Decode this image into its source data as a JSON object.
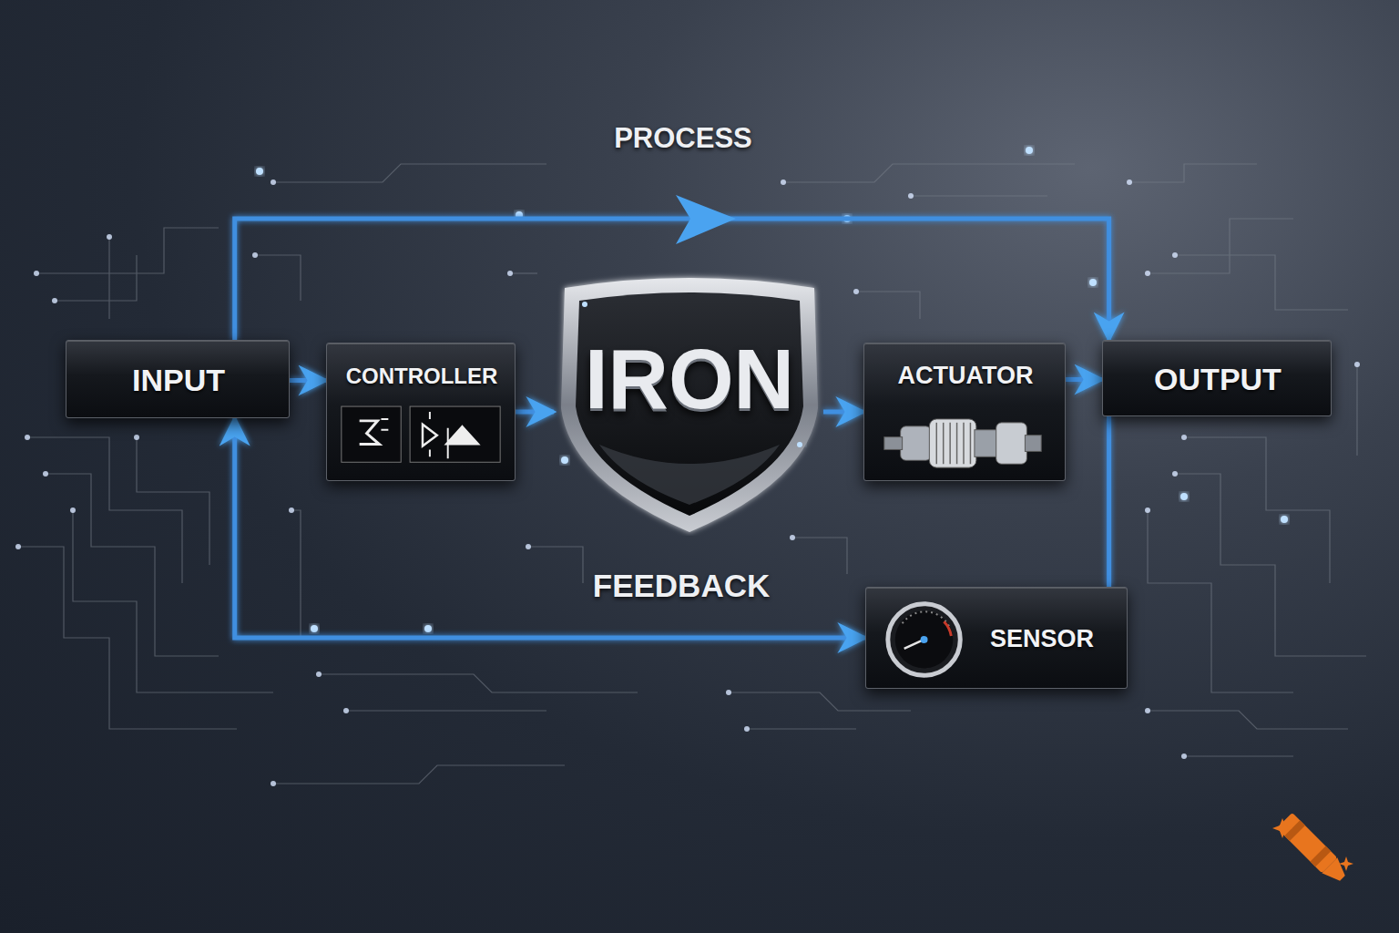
{
  "diagram": {
    "nodes": [
      {
        "text": [
          "INPUT"
        ]
      },
      {
        "text": [
          "CONTROLLER"
        ]
      },
      {
        "text": [
          "IRON"
        ]
      },
      {
        "text": [
          "ACTUATOR"
        ]
      },
      {
        "text": [
          "OUTPUT"
        ]
      },
      {
        "text": [
          "SENSOR"
        ]
      }
    ],
    "edges": [
      {
        "from": 0,
        "to": 1,
        "arrow": "to"
      },
      {
        "from": 1,
        "to": 2,
        "arrow": "to"
      },
      {
        "from": 2,
        "to": 3,
        "arrow": "to"
      },
      {
        "from": 3,
        "to": 4,
        "arrow": "to"
      },
      {
        "from": 0,
        "to": 4,
        "label": "PROCESS",
        "arrow": "to"
      },
      {
        "from": 4,
        "to": 5,
        "arrow": "none"
      },
      {
        "from": 5,
        "to": 0,
        "label": "FEEDBACK",
        "arrow": "both"
      }
    ]
  }
}
